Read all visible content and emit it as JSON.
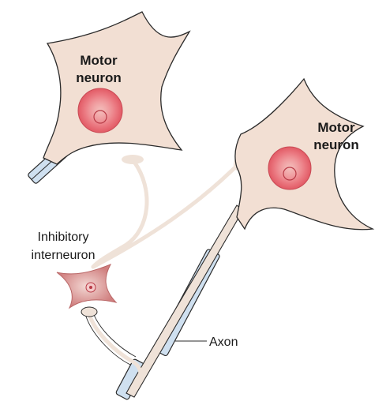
{
  "labels": {
    "motor_neuron_1_line1": "Motor",
    "motor_neuron_1_line2": "neuron",
    "motor_neuron_2_line1": "Motor",
    "motor_neuron_2_line2": "neuron",
    "interneuron_line1": "Inhibitory",
    "interneuron_line2": "interneuron",
    "axon": "Axon"
  },
  "colors": {
    "neuron_body": "#f2dfd3",
    "neuron_outline": "#2b2b2b",
    "nucleus_outer": "#f4a3a8",
    "nucleus_inner": "#e8636d",
    "myelin": "#cfe0f0",
    "myelin_outline": "#2b2b2b",
    "interneuron_body": "#d88d8d",
    "process": "#efe2d8"
  }
}
